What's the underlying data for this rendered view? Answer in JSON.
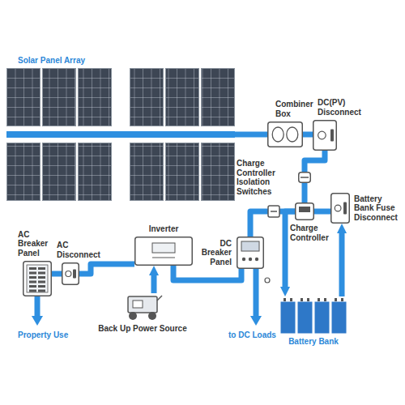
{
  "diagram": {
    "nodes": [
      {
        "text": [
          "Solar Panel Array"
        ]
      },
      {
        "text": [
          "Combiner Box"
        ]
      },
      {
        "text": [
          "DC(PV) Disconnect"
        ]
      },
      {
        "text": [
          "Charge Controller Isolation Switches"
        ]
      },
      {
        "text": [
          "Charge Controller"
        ]
      },
      {
        "text": [
          "Battery Bank Fuse Disconnect"
        ]
      },
      {
        "text": [
          "AC Breaker Panel"
        ]
      },
      {
        "text": [
          "AC Disconnect"
        ]
      },
      {
        "text": [
          "Inverter"
        ]
      },
      {
        "text": [
          "DC Breaker Panel"
        ]
      },
      {
        "text": [
          "Back Up Power Source"
        ]
      },
      {
        "text": [
          "Battery Bank"
        ]
      }
    ],
    "edges": [
      {
        "from": 0,
        "to": 1,
        "arrow": "none"
      },
      {
        "from": 1,
        "to": 2,
        "arrow": "none"
      },
      {
        "from": 2,
        "to": 3,
        "arrow": "none"
      },
      {
        "from": 3,
        "to": 4,
        "arrow": "none"
      },
      {
        "from": 4,
        "to": 5,
        "arrow": "none"
      },
      {
        "from": 11,
        "to": 5,
        "arrow": "to"
      },
      {
        "from": 4,
        "to": 11,
        "arrow": "to"
      },
      {
        "from": 4,
        "to": 9,
        "arrow": "none"
      },
      {
        "from": 9,
        "to": 8,
        "arrow": "none"
      },
      {
        "from": 8,
        "to": 7,
        "arrow": "none"
      },
      {
        "from": 7,
        "to": 6,
        "arrow": "none"
      },
      {
        "from": 10,
        "to": 8,
        "arrow": "to"
      }
    ],
    "labels": [
      "Property Use",
      "to DC Loads"
    ]
  }
}
